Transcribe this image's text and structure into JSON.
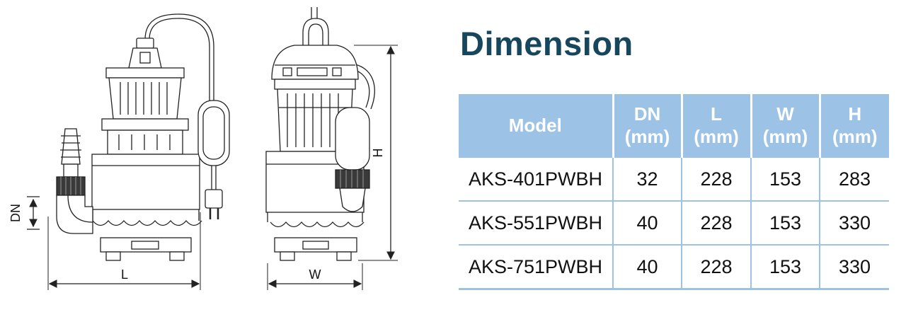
{
  "title": "Dimension",
  "diagram": {
    "labels": {
      "dn": "DN",
      "l": "L",
      "w": "W",
      "h": "H"
    }
  },
  "table": {
    "columns": [
      {
        "label": "Model",
        "unit": ""
      },
      {
        "label": "DN",
        "unit": "(mm)"
      },
      {
        "label": "L",
        "unit": "(mm)"
      },
      {
        "label": "W",
        "unit": "(mm)"
      },
      {
        "label": "H",
        "unit": "(mm)"
      }
    ],
    "rows": [
      {
        "model": "AKS-401PWBH",
        "dn": "32",
        "l": "228",
        "w": "153",
        "h": "283"
      },
      {
        "model": "AKS-551PWBH",
        "dn": "40",
        "l": "228",
        "w": "153",
        "h": "330"
      },
      {
        "model": "AKS-751PWBH",
        "dn": "40",
        "l": "228",
        "w": "153",
        "h": "330"
      }
    ]
  },
  "colors": {
    "accent": "#9cc2e5",
    "title": "#17475c"
  }
}
